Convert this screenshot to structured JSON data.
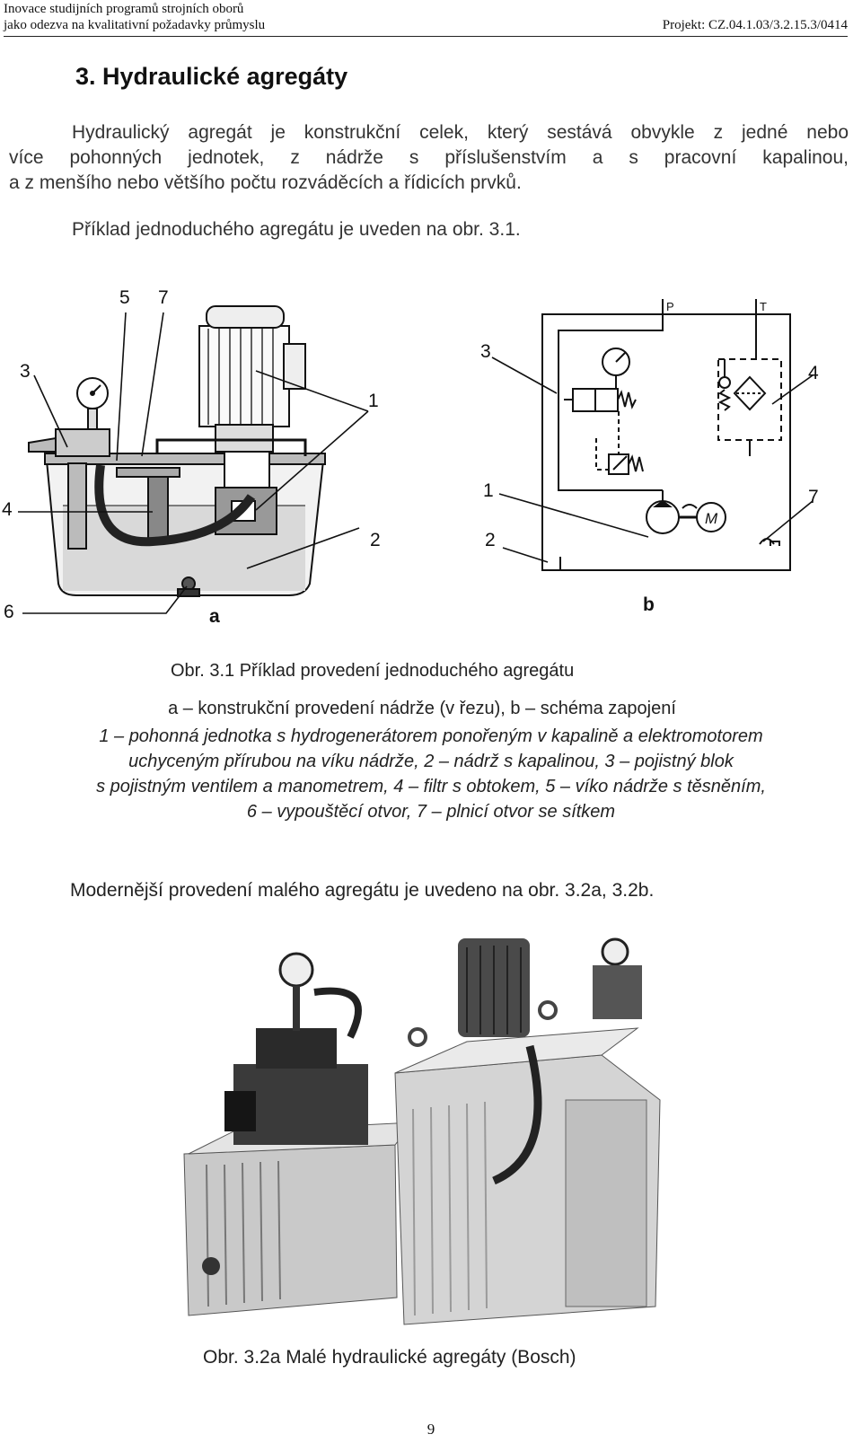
{
  "header": {
    "line1": "Inovace studijních programů strojních oborů",
    "line2": "jako odezva na kvalitativní požadavky průmyslu",
    "project": "Projekt: CZ.04.1.03/3.2.15.3/0414"
  },
  "section_title": "3.  Hydraulické agregáty",
  "intro": {
    "lines": [
      "Hydraulický agregát je konstrukční celek, který sestává obvykle z jedné nebo",
      "více pohonných jednotek, z nádrže s příslušenstvím a s pracovní kapalinou,",
      "a z menšího nebo většího počtu rozváděcích a řídicích prvků."
    ],
    "example": "Příklad jednoduchého agregátu je uveden na obr. 3.1."
  },
  "figure1": {
    "labels_a": [
      "5",
      "7",
      "3",
      "1",
      "4",
      "2",
      "6"
    ],
    "label_a": "a",
    "labels_b": [
      "3",
      "4",
      "1",
      "7",
      "2"
    ],
    "label_b": "b",
    "scheme_p": "P",
    "scheme_t": "T",
    "motor": "M",
    "caption": "Obr. 3.1  Příklad provedení jednoduchého agregátu",
    "subcaption": "a – konstrukční provedení nádrže (v řezu), b – schéma zapojení",
    "legend": [
      "1 – pohonná jednotka s hydrogenerátorem ponořeným v kapalině a elektromotorem",
      "uchyceným přírubou na víku nádrže, 2 – nádrž s kapalinou, 3 – pojistný blok",
      "s pojistným ventilem a manometrem, 4 – filtr s obtokem, 5 – víko nádrže s těsněním,",
      "6 – vypouštěcí otvor, 7 – plnicí otvor se sítkem"
    ]
  },
  "modern_text": "Modernější provedení malého agregátu je uvedeno na obr. 3.2a, 3.2b.",
  "figure2": {
    "caption": "Obr. 3.2a  Malé hydraulické agregáty (Bosch)"
  },
  "page_number": "9"
}
